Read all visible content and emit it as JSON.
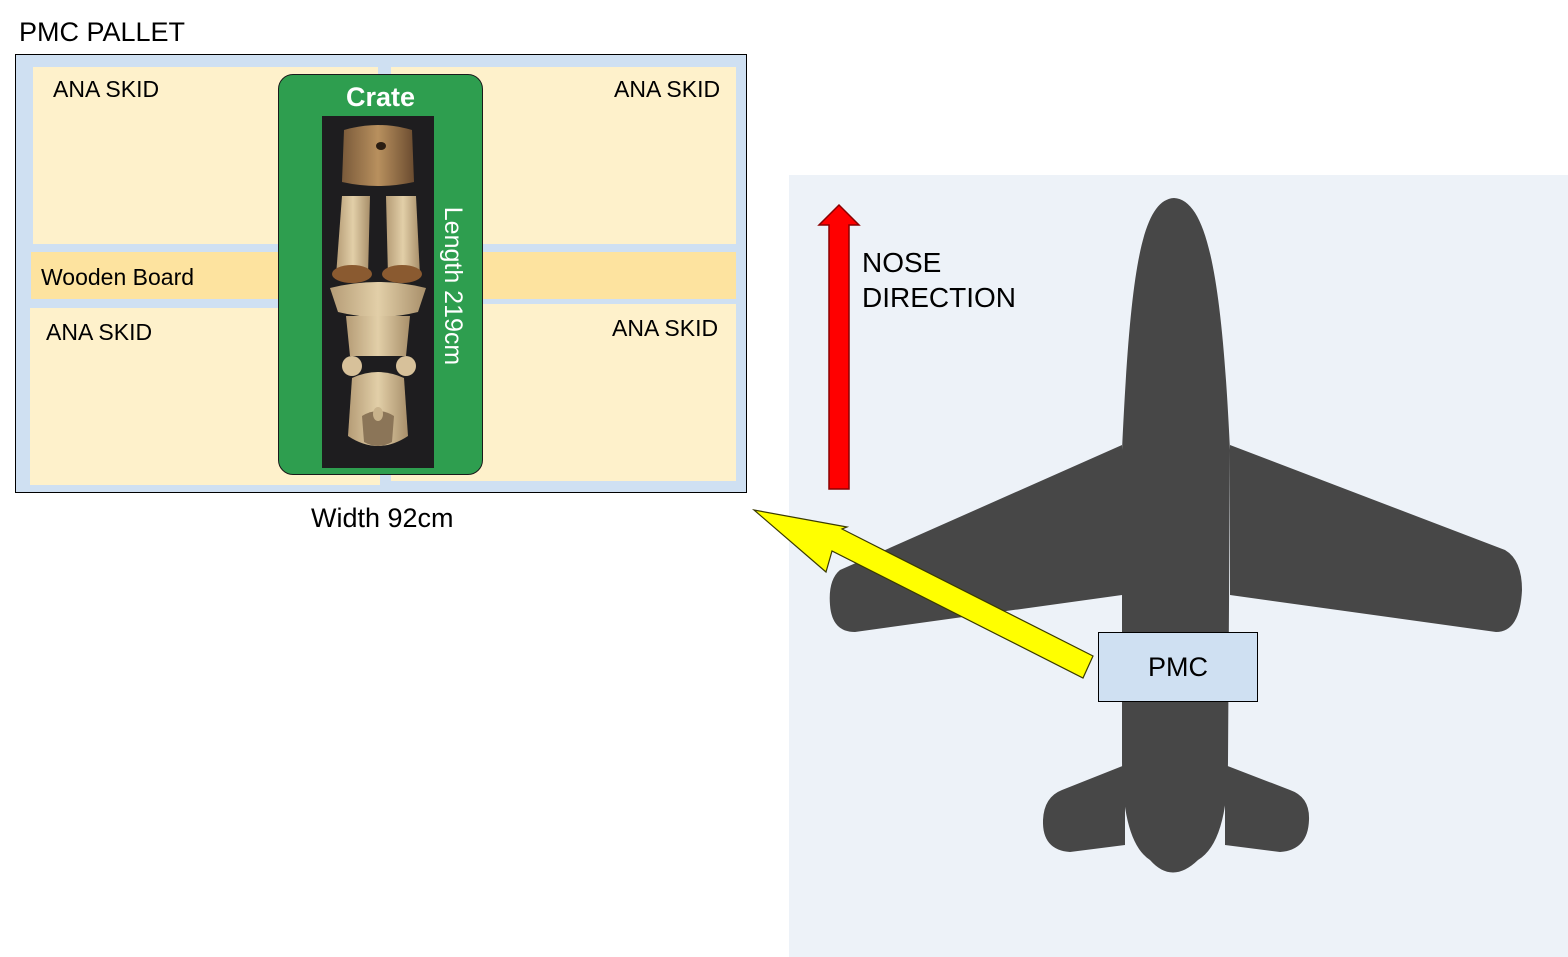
{
  "pallet": {
    "title": "PMC PALLET",
    "skids": {
      "top_left": "ANA SKID",
      "top_right": "ANA SKID",
      "bottom_left": "ANA SKID",
      "bottom_right": "ANA SKID"
    },
    "board_label": "Wooden Board",
    "width_label": "Width 92cm"
  },
  "crate": {
    "title": "Crate",
    "length_label": "Length 219cm"
  },
  "aircraft": {
    "nose_label_line1": "NOSE",
    "nose_label_line2": "DIRECTION",
    "pmc_label": "PMC"
  },
  "colors": {
    "crate": "#2e9e4f",
    "skid": "#fef1cb",
    "board": "#fde39f",
    "pallet_gap": "#cfe0f2",
    "aircraft": "#474747",
    "aircraft_panel": "#edf2f8",
    "nose_arrow": "#ff0000",
    "pointer_arrow": "#ffff00"
  },
  "icons": {
    "aircraft": "airplane-silhouette-icon",
    "nose_arrow": "arrow-up-icon",
    "pointer_arrow": "arrow-pointer-icon",
    "statue": "statue-photo"
  }
}
